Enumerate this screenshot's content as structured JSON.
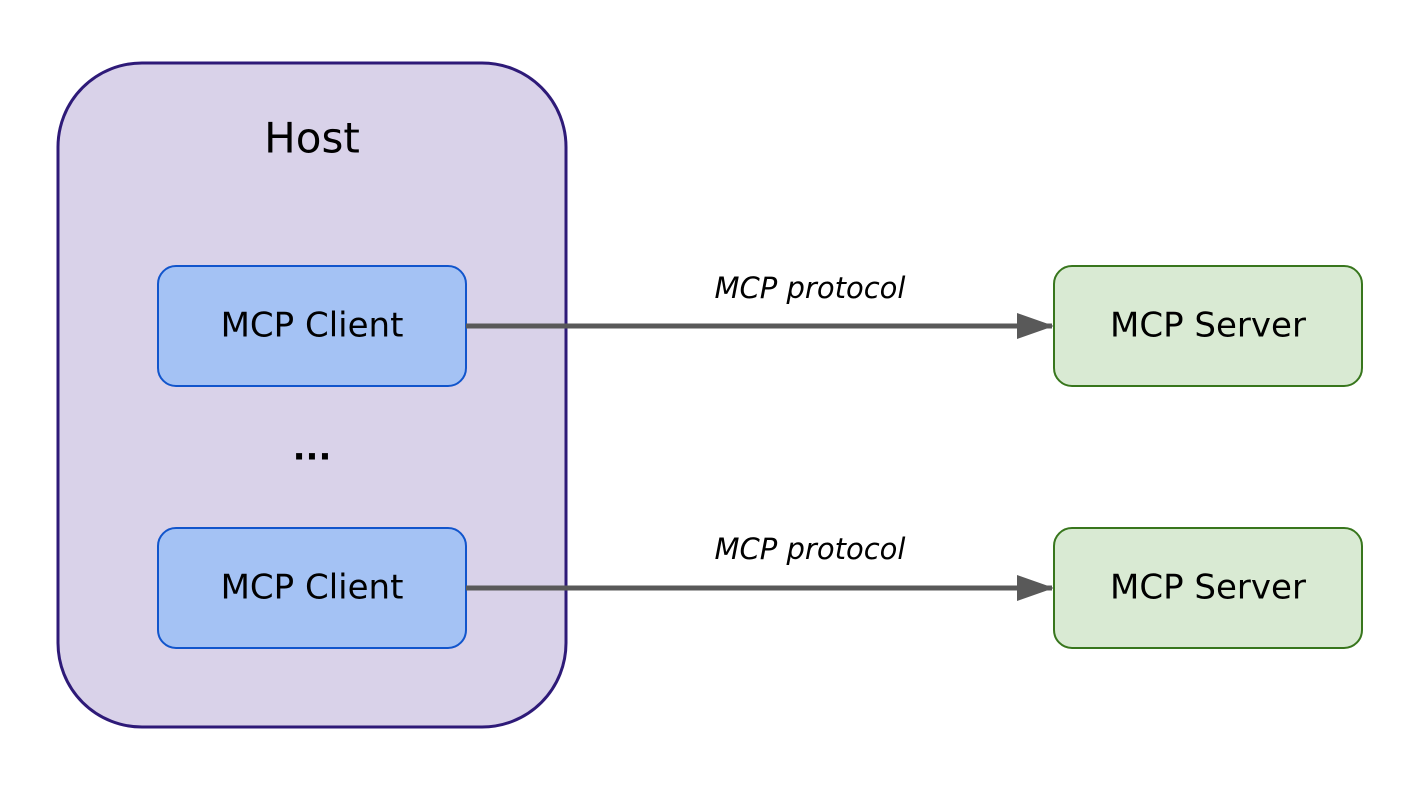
{
  "diagram": {
    "host": {
      "label": "Host"
    },
    "ellipsis": "...",
    "clients": [
      {
        "label": "MCP Client"
      },
      {
        "label": "MCP Client"
      }
    ],
    "servers": [
      {
        "label": "MCP Server"
      },
      {
        "label": "MCP Server"
      }
    ],
    "connections": [
      {
        "label": "MCP protocol"
      },
      {
        "label": "MCP protocol"
      }
    ]
  },
  "colors": {
    "host_fill": "#d9d2e9",
    "host_stroke": "#2e1a78",
    "client_fill": "#a4c2f4",
    "client_stroke": "#1155cc",
    "server_fill": "#d9ead3",
    "server_stroke": "#38761d",
    "arrow": "#595959"
  }
}
